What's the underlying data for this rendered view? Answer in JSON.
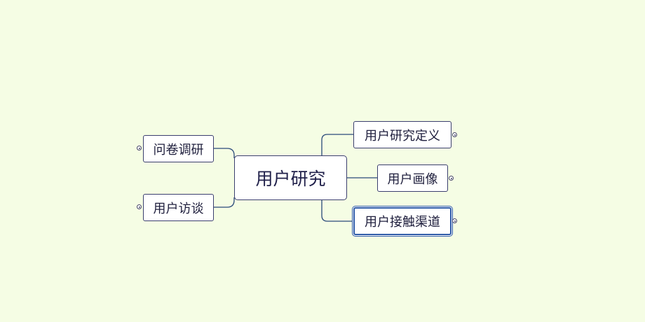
{
  "mindmap": {
    "central": {
      "label": "用户研究"
    },
    "left_topics": [
      {
        "label": "问卷调研"
      },
      {
        "label": "用户访谈"
      }
    ],
    "right_topics": [
      {
        "label": "用户研究定义"
      },
      {
        "label": "用户画像"
      },
      {
        "label": "用户接触渠道",
        "selected": true
      }
    ]
  },
  "colors": {
    "background": "#f5fde4",
    "node_border": "#3b3f6e",
    "connector": "#2a4a7a",
    "selection": "#2f5ba8"
  }
}
